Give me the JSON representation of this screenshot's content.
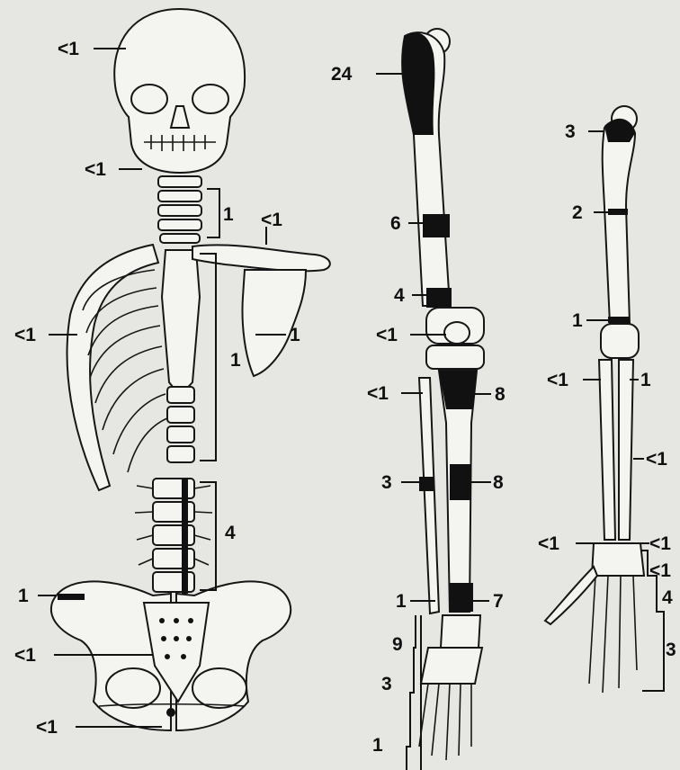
{
  "axial_skeleton": {
    "skull": "<1",
    "mandible": "<1",
    "cervical_spine": "1",
    "clavicle": "<1",
    "scapula": "1",
    "ribs": "<1",
    "sternum_thoracic_spine": "1",
    "lumbar_spine": "4",
    "ilium": "1",
    "sacrum": "<1",
    "pubis": "<1"
  },
  "lower_limb": {
    "proximal_femur": "24",
    "femur_shaft": "6",
    "distal_femur": "4",
    "patella": "<1",
    "proximal_fibula": "<1",
    "proximal_tibia": "8",
    "fibula_shaft": "3",
    "tibia_shaft": "8",
    "distal_fibula": "1",
    "distal_tibia": "7",
    "tarsals": "9",
    "metatarsals": "3",
    "toes": "1"
  },
  "upper_limb": {
    "proximal_humerus": "3",
    "humerus_shaft": "2",
    "distal_humerus": "1",
    "proximal_radius": "<1",
    "proximal_ulna": "1",
    "ulna_shaft": "<1",
    "distal_radius": "<1",
    "distal_ulna": "<1",
    "carpals": "<1",
    "metacarpals": "4",
    "fingers": "3"
  }
}
